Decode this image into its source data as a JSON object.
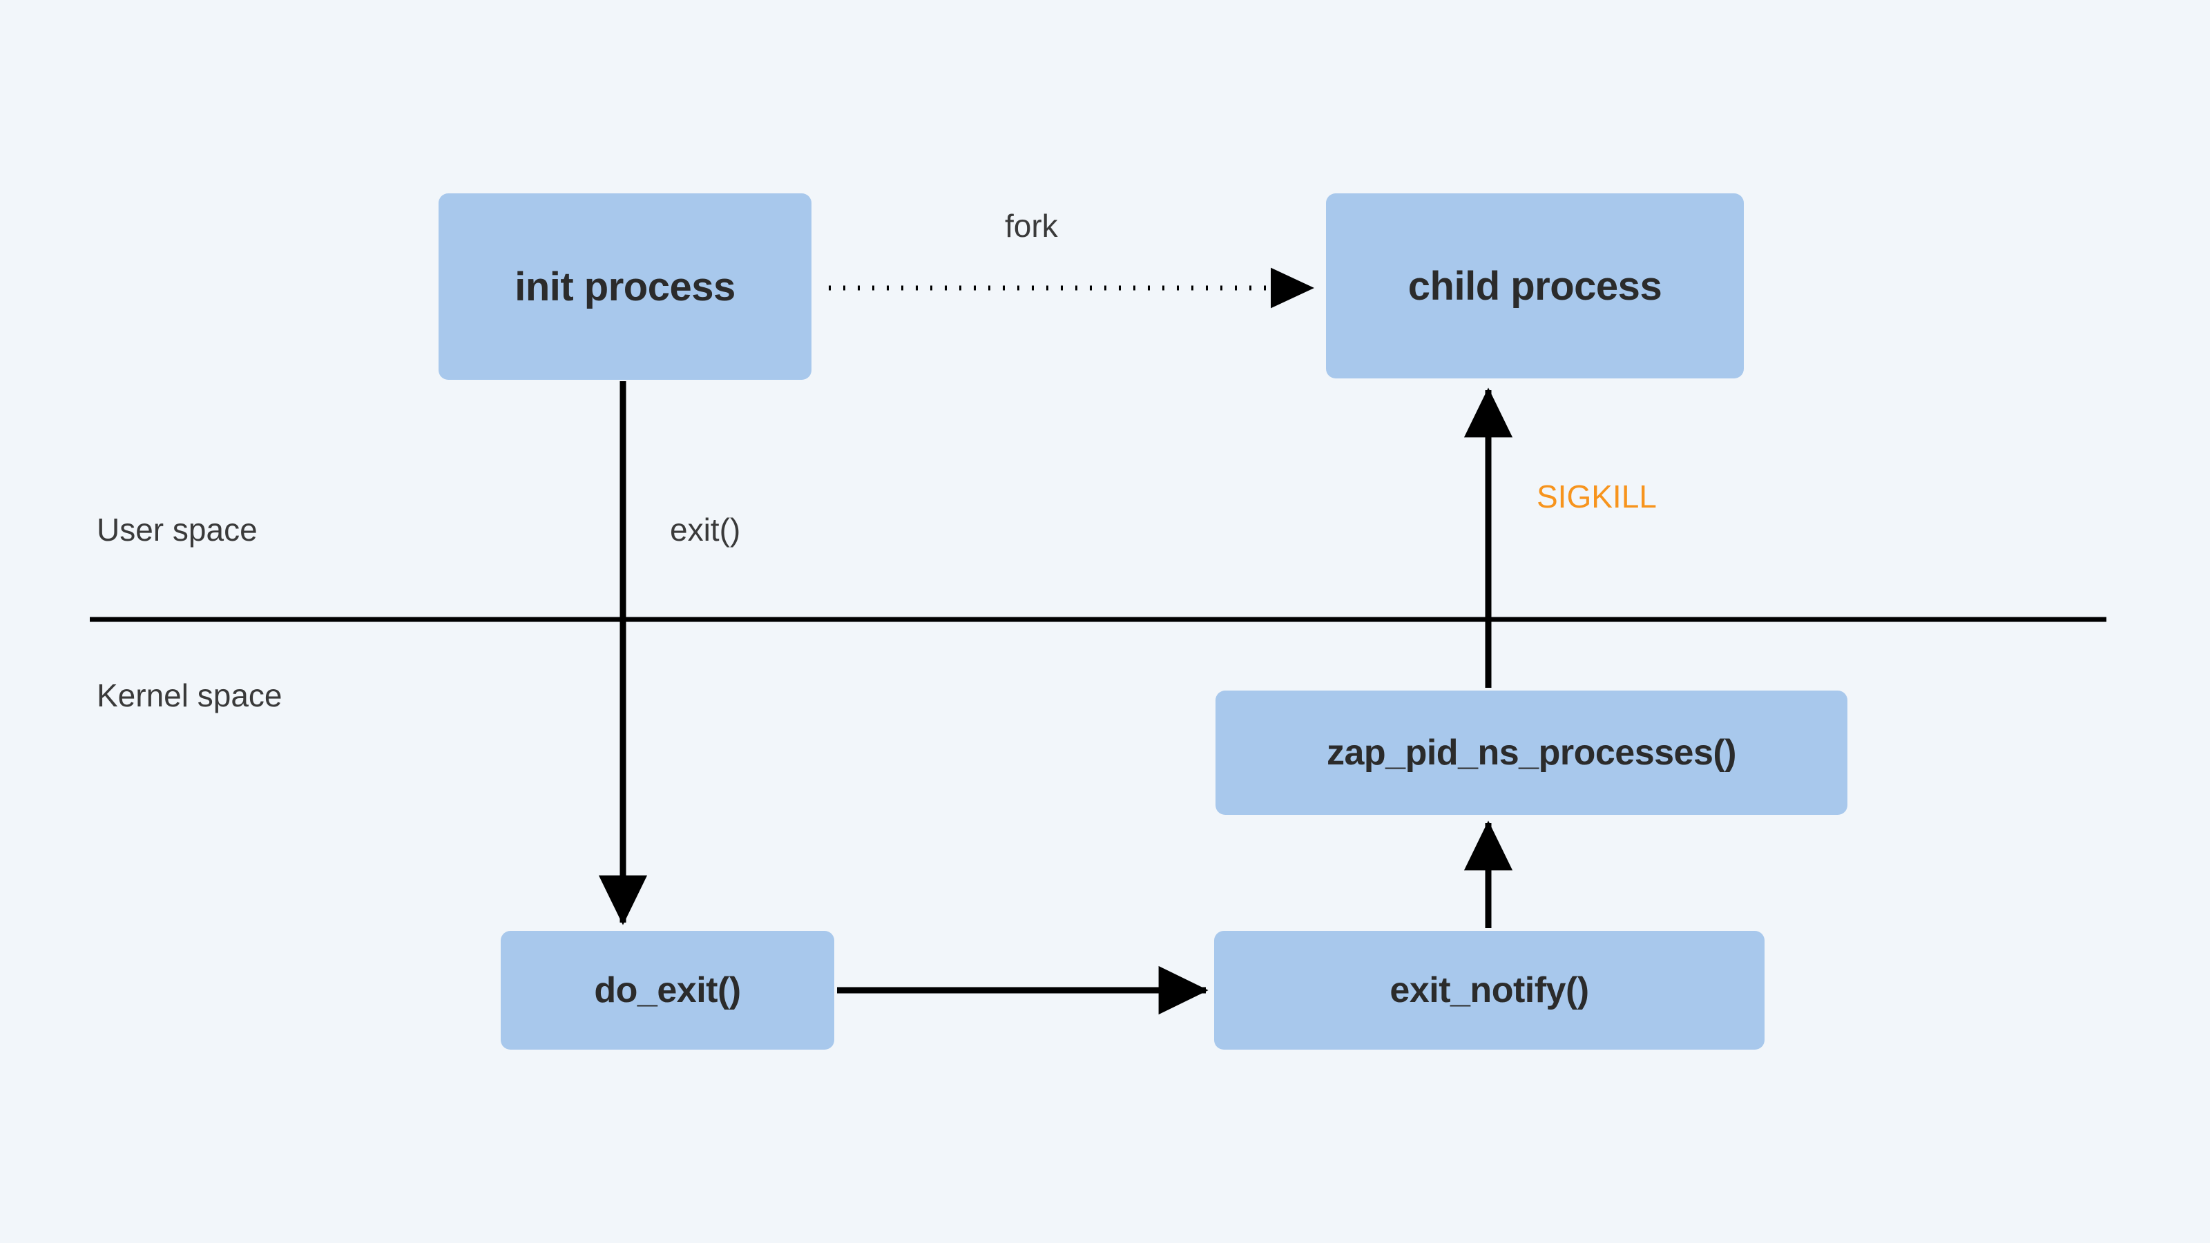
{
  "diagram": {
    "title": "Linux PID namespace init process exit flow",
    "background_color": "#f2f6fa",
    "box_fill_color": "#a8c8ec",
    "text_color": "#2b2b2b",
    "accent_color": "#f7941d",
    "line_color": "#000000"
  },
  "boxes": [
    {
      "id": "init-process",
      "label": "init process"
    },
    {
      "id": "child-process",
      "label": "child process"
    },
    {
      "id": "zap-pid-ns",
      "label": "zap_pid_ns_processes()"
    },
    {
      "id": "do-exit",
      "label": "do_exit()"
    },
    {
      "id": "exit-notify",
      "label": "exit_notify()"
    }
  ],
  "labels": {
    "user_space": "User space",
    "kernel_space": "Kernel space",
    "fork": "fork",
    "exit_call": "exit()",
    "sigkill": "SIGKILL"
  },
  "edges": [
    {
      "id": "fork-edge",
      "from": "init process",
      "to": "child process",
      "label": "fork",
      "style": "dotted",
      "direction": "right"
    },
    {
      "id": "exit-edge",
      "from": "init process",
      "to": "do_exit()",
      "label": "exit()",
      "style": "solid",
      "direction": "down"
    },
    {
      "id": "notify-edge",
      "from": "do_exit()",
      "to": "exit_notify()",
      "label": "",
      "style": "solid",
      "direction": "right"
    },
    {
      "id": "zap-edge",
      "from": "exit_notify()",
      "to": "zap_pid_ns_processes()",
      "label": "",
      "style": "solid",
      "direction": "up"
    },
    {
      "id": "sigkill-edge",
      "from": "zap_pid_ns_processes()",
      "to": "child process",
      "label": "SIGKILL",
      "style": "solid",
      "direction": "up"
    }
  ],
  "divider": {
    "name": "user-kernel-boundary",
    "above": "User space",
    "below": "Kernel space"
  }
}
